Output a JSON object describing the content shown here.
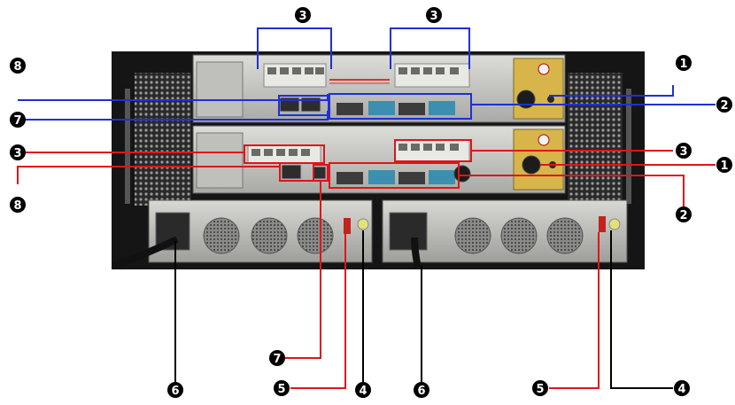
{
  "colors": {
    "background": "#ffffff",
    "chassis": "#1a1a1a",
    "panel": "#c9c9c6",
    "blue_leader": "#1f2fd6",
    "red_leader": "#e0141a",
    "callout_fill": "#000000"
  },
  "callouts": {
    "c1": "1",
    "c2": "2",
    "c3": "3",
    "c4": "4",
    "c5": "5",
    "c6": "6",
    "c7": "7",
    "c8": "8"
  },
  "callout_style": "white-numeral-in-black-circle",
  "leader_line_colors": [
    "blue (upper controller)",
    "red (lower controller)",
    "black (power supplies)"
  ]
}
